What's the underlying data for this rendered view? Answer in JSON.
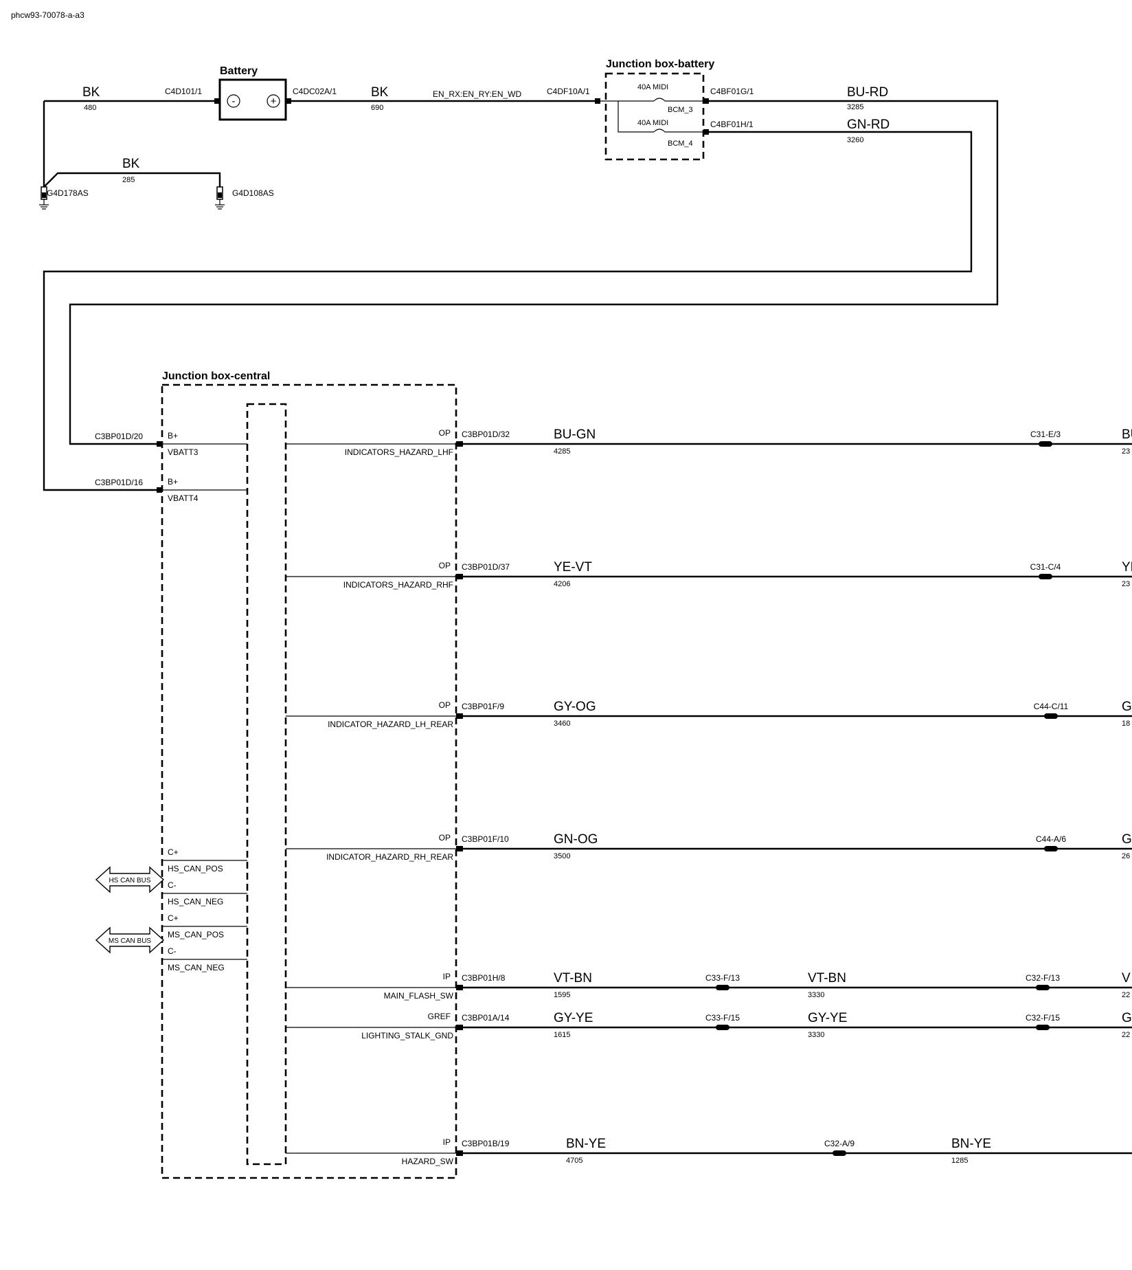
{
  "doc_id": "phcw93-70078-a-a3",
  "battery": {
    "title": "Battery",
    "neg_connector": "C4D101/1",
    "pos_connector": "C4DC02A/1",
    "neg_wire": {
      "color": "BK",
      "circuit": "480"
    },
    "pos_wire": {
      "color": "BK",
      "circuit": "690"
    },
    "ground_link": {
      "color": "BK",
      "circuit": "285"
    },
    "grounds": [
      "G4D178AS",
      "G4D108AS"
    ],
    "neg_symbol": "-",
    "pos_symbol": "+"
  },
  "jb_battery": {
    "title": "Junction box-battery",
    "feed_label": "EN_RX:EN_RY:EN_WD",
    "input_connector": "C4DF10A/1",
    "fuses": [
      {
        "rating": "40A MIDI",
        "name": "BCM_3",
        "out_connector": "C4BF01G/1",
        "color": "BU-RD",
        "circuit": "3285"
      },
      {
        "rating": "40A MIDI",
        "name": "BCM_4",
        "out_connector": "C4BF01H/1",
        "color": "GN-RD",
        "circuit": "3260"
      }
    ]
  },
  "jb_central": {
    "title": "Junction box-central",
    "power_inputs": [
      {
        "connector": "C3BP01D/20",
        "type": "B+",
        "name": "VBATT3"
      },
      {
        "connector": "C3BP01D/16",
        "type": "B+",
        "name": "VBATT4"
      }
    ],
    "can_buses": [
      {
        "label": "HS CAN BUS",
        "pins": [
          {
            "type": "C+",
            "name": "HS_CAN_POS"
          },
          {
            "type": "C-",
            "name": "HS_CAN_NEG"
          }
        ]
      },
      {
        "label": "MS CAN BUS",
        "pins": [
          {
            "type": "C+",
            "name": "MS_CAN_POS"
          },
          {
            "type": "C-",
            "name": "MS_CAN_NEG"
          }
        ]
      }
    ],
    "outputs": [
      {
        "type": "OP",
        "name": "INDICATORS_HAZARD_LHF",
        "connector": "C3BP01D/32",
        "segments": [
          {
            "color": "BU-GN",
            "circuit": "4285"
          }
        ],
        "inline": [
          {
            "connector": "C31-E/3"
          }
        ],
        "cut_color": "BU",
        "cut_circuit": "23"
      },
      {
        "type": "OP",
        "name": "INDICATORS_HAZARD_RHF",
        "connector": "C3BP01D/37",
        "segments": [
          {
            "color": "YE-VT",
            "circuit": "4206"
          }
        ],
        "inline": [
          {
            "connector": "C31-C/4"
          }
        ],
        "cut_color": "YE",
        "cut_circuit": "23"
      },
      {
        "type": "OP",
        "name": "INDICATOR_HAZARD_LH_REAR",
        "connector": "C3BP01F/9",
        "segments": [
          {
            "color": "GY-OG",
            "circuit": "3460"
          }
        ],
        "inline": [
          {
            "connector": "C44-C/11"
          }
        ],
        "cut_color": "G",
        "cut_circuit": "18"
      },
      {
        "type": "OP",
        "name": "INDICATOR_HAZARD_RH_REAR",
        "connector": "C3BP01F/10",
        "segments": [
          {
            "color": "GN-OG",
            "circuit": "3500"
          }
        ],
        "inline": [
          {
            "connector": "C44-A/6"
          }
        ],
        "cut_color": "G",
        "cut_circuit": "26"
      },
      {
        "type": "IP",
        "name": "MAIN_FLASH_SW",
        "connector": "C3BP01H/8",
        "segments": [
          {
            "color": "VT-BN",
            "circuit": "1595"
          },
          {
            "color": "VT-BN",
            "circuit": "3330"
          }
        ],
        "inline": [
          {
            "connector": "C33-F/13"
          },
          {
            "connector": "C32-F/13"
          }
        ],
        "cut_color": "V",
        "cut_circuit": "22"
      },
      {
        "type": "GREF",
        "name": "LIGHTING_STALK_GND",
        "connector": "C3BP01A/14",
        "segments": [
          {
            "color": "GY-YE",
            "circuit": "1615"
          },
          {
            "color": "GY-YE",
            "circuit": "3330"
          }
        ],
        "inline": [
          {
            "connector": "C33-F/15"
          },
          {
            "connector": "C32-F/15"
          }
        ],
        "cut_color": "G",
        "cut_circuit": "22"
      },
      {
        "type": "IP",
        "name": "HAZARD_SW",
        "connector": "C3BP01B/19",
        "segments": [
          {
            "color": "BN-YE",
            "circuit": "4705"
          },
          {
            "color": "BN-YE",
            "circuit": "1285"
          }
        ],
        "inline": [
          {
            "connector": "C32-A/9"
          }
        ],
        "cut_color": "",
        "cut_circuit": ""
      }
    ]
  }
}
